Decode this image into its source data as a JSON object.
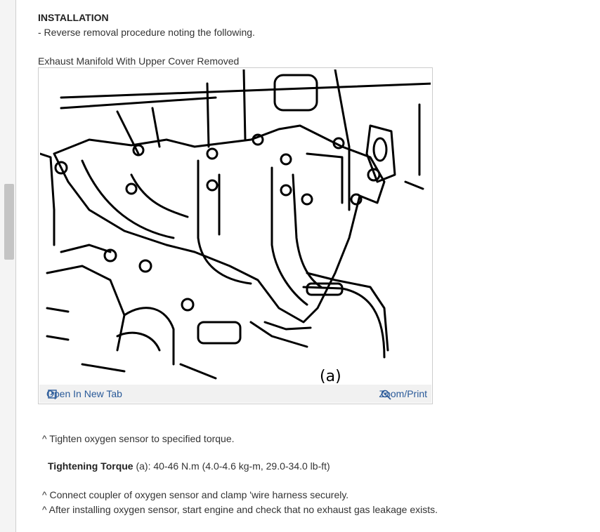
{
  "article": {
    "heading": "INSTALLATION",
    "intro": "- Reverse removal procedure noting the following.",
    "figure_caption": "Exhaust Manifold With Upper Cover Removed",
    "figure_label": "(a)",
    "open_link": "Open In New Tab",
    "zoom_link": "Zoom/Print",
    "note1": "^ Tighten oxygen sensor to specified torque.",
    "torque_label": "Tightening Torque",
    "torque_value": " (a): 40-46 N.m (4.0-4.6 kg-m, 29.0-34.0 lb-ft)",
    "note2": "^ Connect coupler of oxygen sensor and clamp 'wire harness securely.",
    "note3": "^ After installing oxygen sensor, start engine and check that no exhaust gas leakage exists."
  },
  "icons": {
    "open": "open-in-new-tab-icon",
    "zoom": "zoom-magnifier-icon"
  },
  "colors": {
    "link": "#2a5a99",
    "text": "#333333",
    "figure_bar": "#f1f1f1"
  }
}
